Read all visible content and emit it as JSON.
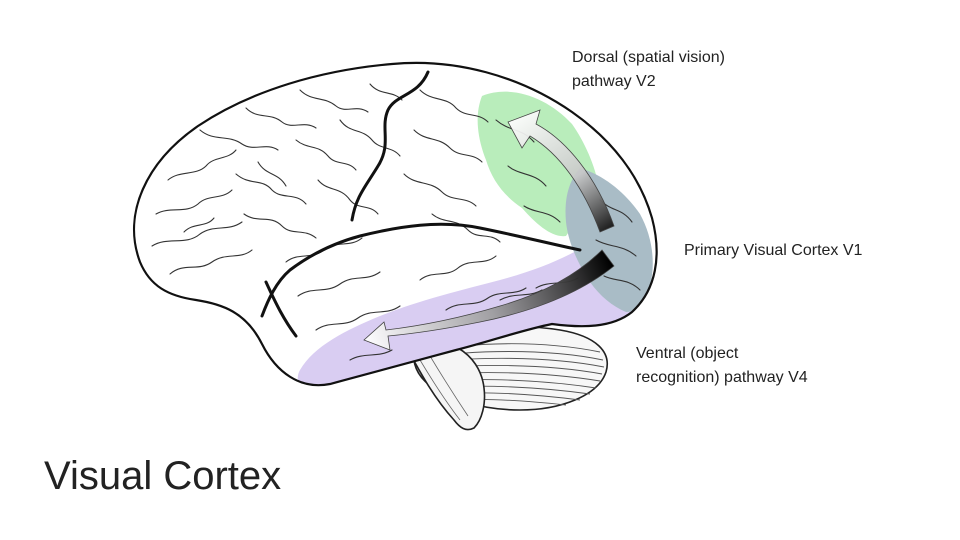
{
  "slide": {
    "title": "Visual Cortex"
  },
  "labels": {
    "dorsal_line1": "Dorsal (spatial vision)",
    "dorsal_line2": "pathway V2",
    "primary": "Primary Visual Cortex V1",
    "ventral_line1": "Ventral (object",
    "ventral_line2": "recognition) pathway V4"
  },
  "colors": {
    "dorsal_region": "#b9edbb",
    "primary_region": "#a9bcc6",
    "ventral_region": "#d9cdf2",
    "outline": "#111111",
    "arrow_light": "#f2f2f2",
    "arrow_dark": "#000000"
  }
}
